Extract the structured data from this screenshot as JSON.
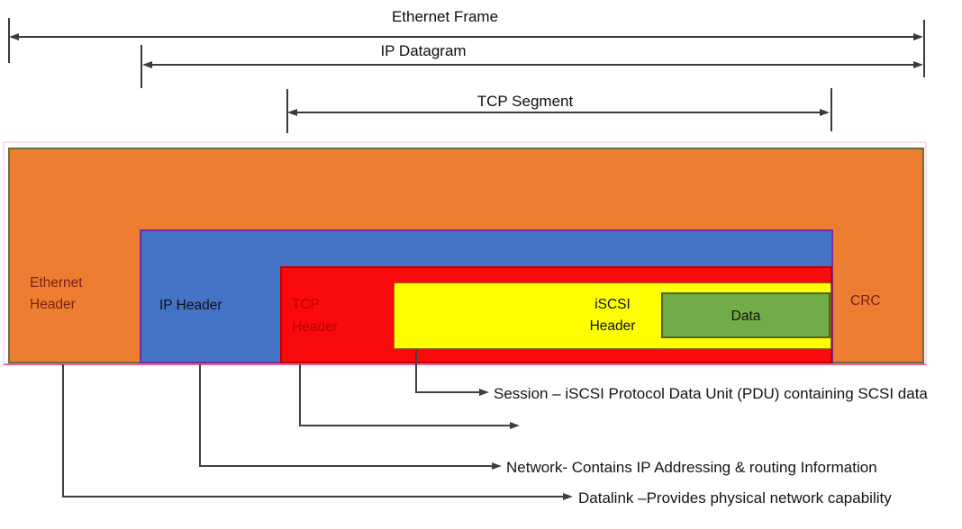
{
  "title_arrows": [
    {
      "label": "Ethernet Frame"
    },
    {
      "label": "IP Datagram"
    },
    {
      "label": "TCP Segment"
    }
  ],
  "frame_layers": {
    "ethernet_header": "Ethernet\nHeader",
    "ip_header": "IP Header",
    "tcp_header": "TCP\nHeader",
    "iscsi_header": "iSCSI\nHeader",
    "data": "Data",
    "crc": "CRC"
  },
  "callouts": {
    "session": "Session – iSCSI Protocol Data Unit (PDU) containing SCSI data",
    "network": "Network- Contains IP Addressing & routing Information",
    "datalink": "Datalink –Provides physical network capability"
  },
  "colors": {
    "ethernet_frame_fill": "#ED7D31",
    "ip_datagram_fill": "#4472C4",
    "tcp_segment_fill": "#FA0A0A",
    "iscsi_pdu_fill": "#FFFF00",
    "data_fill": "#70AD47",
    "maroon_label_text": "#7B2115",
    "tcp_label_text": "#C00000"
  }
}
